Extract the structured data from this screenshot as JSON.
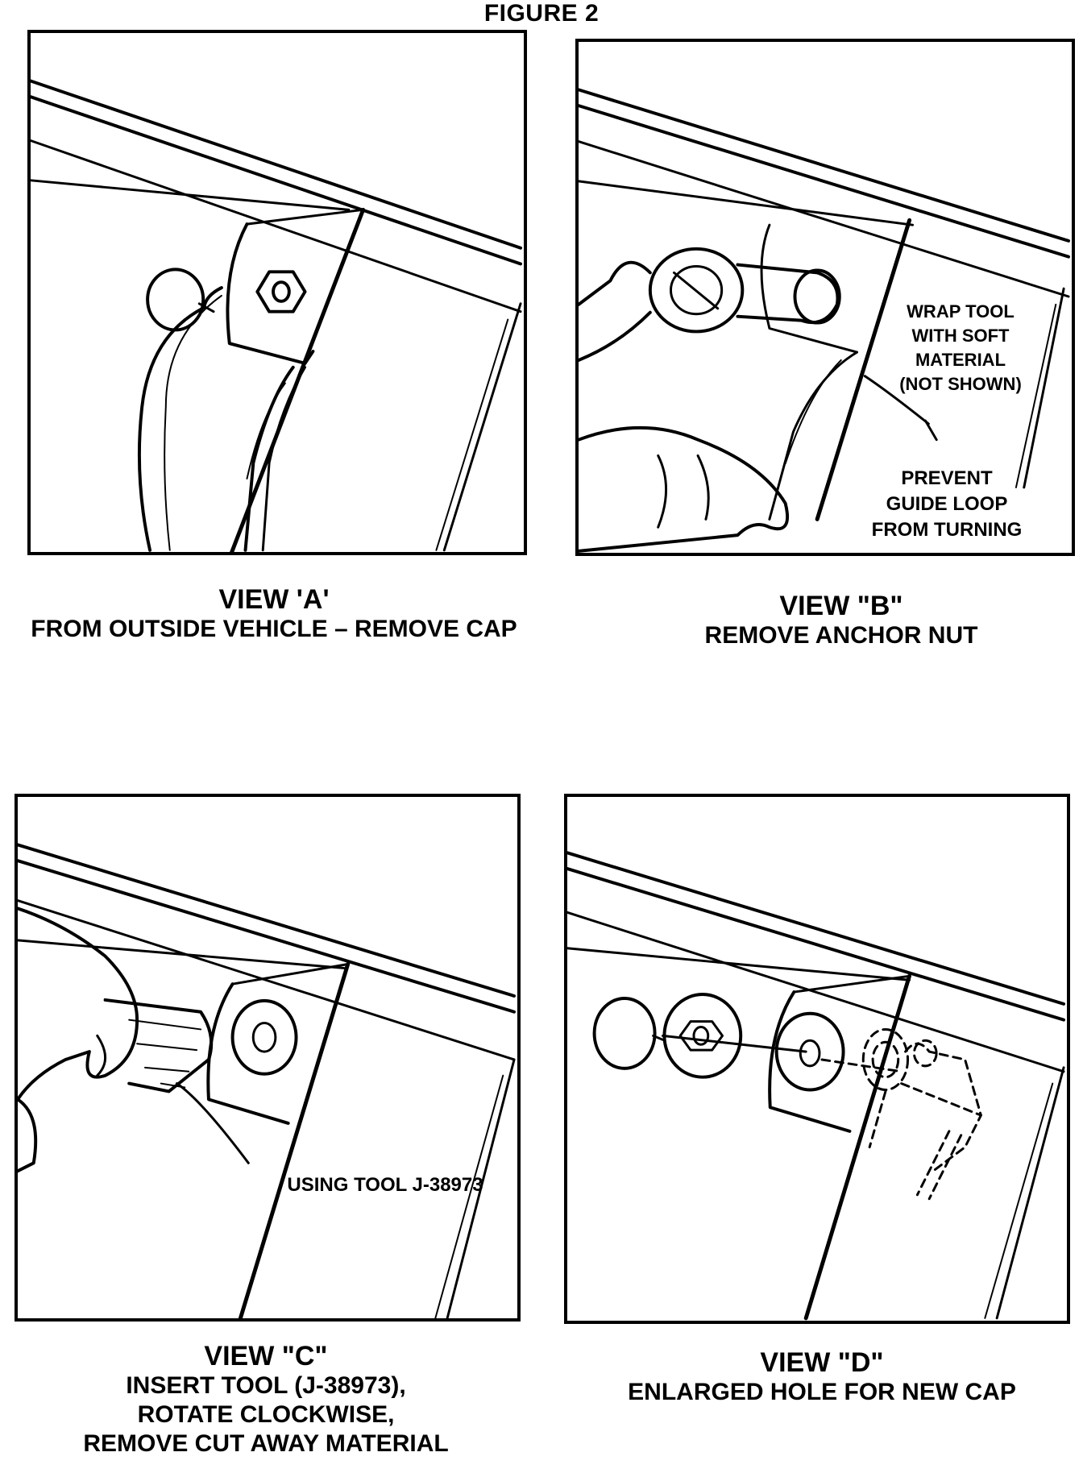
{
  "figure": {
    "title": "FIGURE 2"
  },
  "views": {
    "a": {
      "label": "VIEW  'A'",
      "desc_lines": [
        "FROM OUTSIDE VEHICLE – REMOVE CAP"
      ]
    },
    "b": {
      "label": "VIEW  \"B\"",
      "desc_lines": [
        "REMOVE ANCHOR NUT"
      ],
      "callouts": {
        "wrap_tool": [
          "WRAP TOOL",
          "WITH SOFT",
          "MATERIAL",
          "(NOT SHOWN)"
        ],
        "prevent": [
          "PREVENT",
          "GUIDE LOOP",
          "FROM TURNING"
        ]
      }
    },
    "c": {
      "label": "VIEW  \"C\"",
      "desc_lines": [
        "INSERT TOOL (J-38973),",
        "ROTATE CLOCKWISE,",
        "REMOVE CUT AWAY MATERIAL"
      ],
      "callouts": {
        "tool": "USING TOOL J-38973"
      }
    },
    "d": {
      "label": "VIEW  \"D\"",
      "desc_lines": [
        "ENLARGED HOLE FOR NEW CAP"
      ]
    }
  }
}
